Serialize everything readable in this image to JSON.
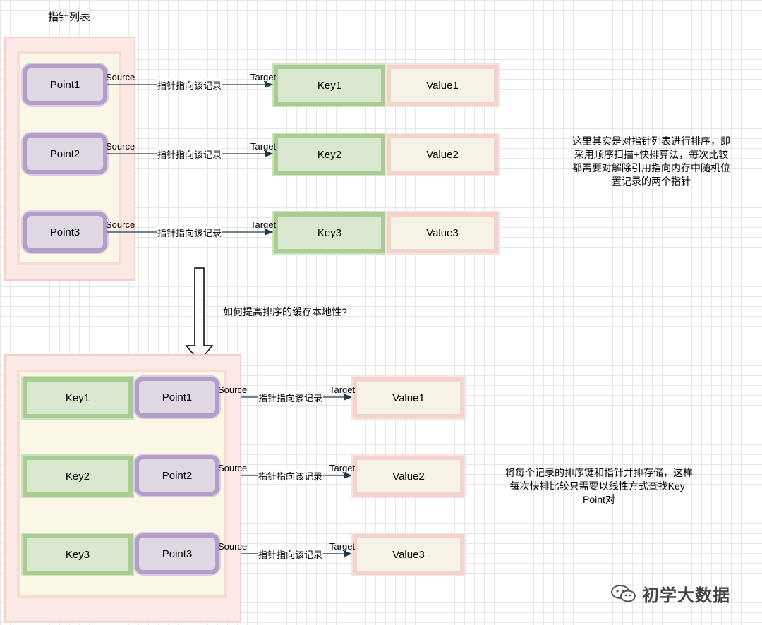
{
  "top_title": "指针列表",
  "top_rows": [
    {
      "point": "Point1",
      "key": "Key1",
      "value": "Value1",
      "source": "Source",
      "target": "Target",
      "edge": "指针指向该记录"
    },
    {
      "point": "Point2",
      "key": "Key2",
      "value": "Value2",
      "source": "Source",
      "target": "Target",
      "edge": "指针指向该记录"
    },
    {
      "point": "Point3",
      "key": "Key3",
      "value": "Value3",
      "source": "Source",
      "target": "Target",
      "edge": "指针指向该记录"
    }
  ],
  "top_note_lines": [
    "这里其实是对指针列表进行排序，即",
    "采用顺序扫描+快排算法，每次比较",
    "都需要对解除引用指向内存中随机位",
    "置记录的两个指针"
  ],
  "arrow_question": "如何提高排序的缓存本地性?",
  "bottom_rows": [
    {
      "key": "Key1",
      "point": "Point1",
      "value": "Value1",
      "source": "Source",
      "target": "Target",
      "edge": "指针指向该记录"
    },
    {
      "key": "Key2",
      "point": "Point2",
      "value": "Value2",
      "source": "Source",
      "target": "Target",
      "edge": "指针指向该记录"
    },
    {
      "key": "Key3",
      "point": "Point3",
      "value": "Value3",
      "source": "Source",
      "target": "Target",
      "edge": "指针指向该记录"
    }
  ],
  "bottom_note_lines": [
    "将每个记录的排序键和指针并排存储，这样",
    "每次快排比较只需要以线性方式查找Key-",
    "Point对"
  ],
  "watermark": "初学大数据",
  "colors": {
    "point_border": "#b49ec8",
    "key_border": "#a8cc93",
    "value_border": "#f2d3cd",
    "edge": "#1f3a4d"
  }
}
